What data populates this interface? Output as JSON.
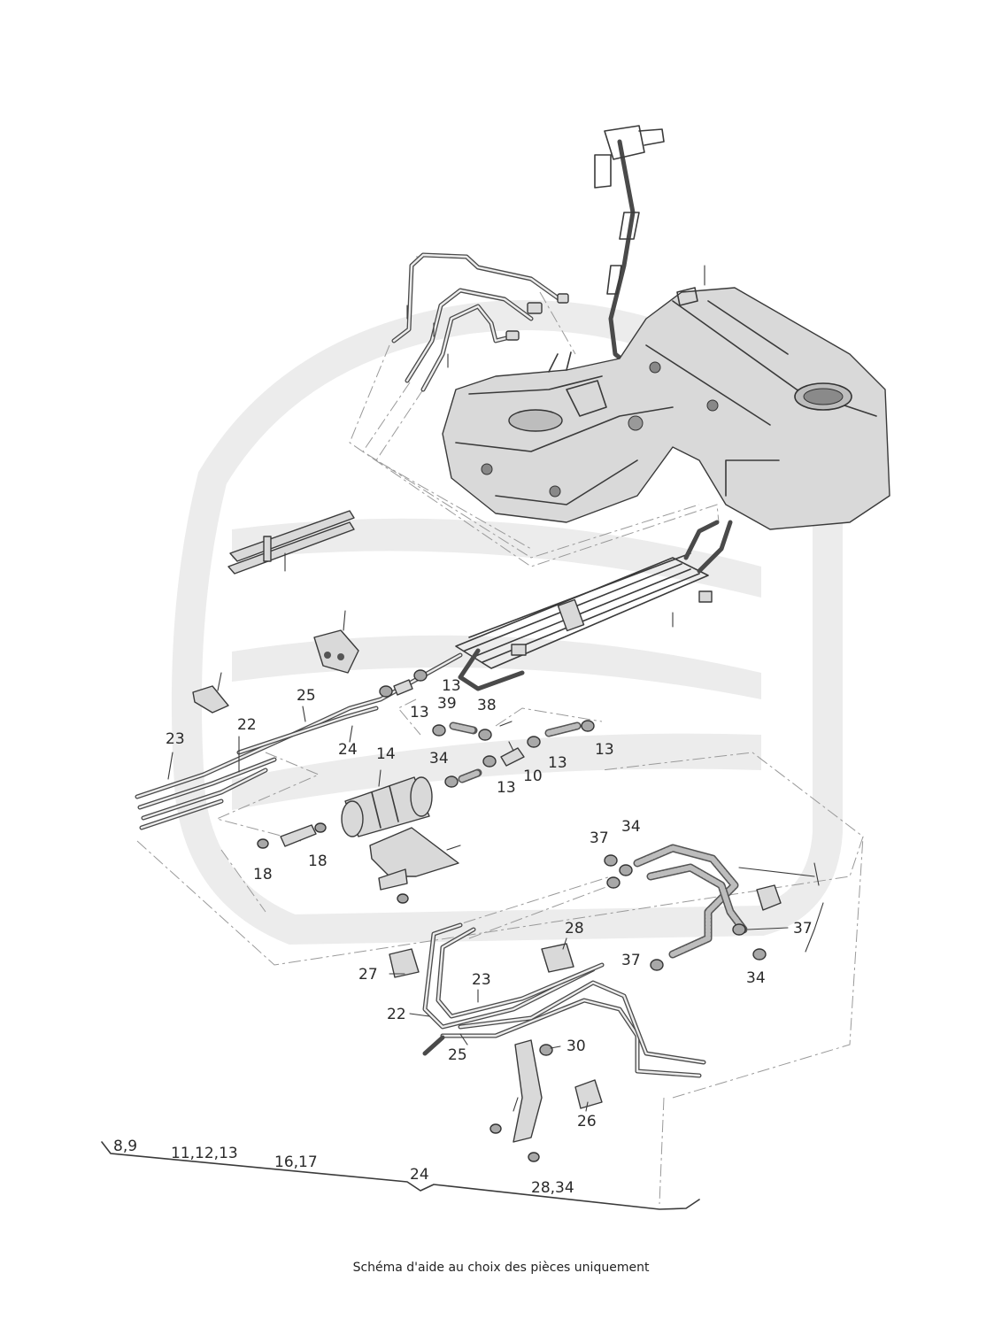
{
  "caption": "Schéma d'aide au choix des pièces uniquement",
  "colors": {
    "watermark": "#ececec",
    "line": "#3a3a3a",
    "part_fill": "#d9d9d9",
    "dashed_leader": "#9a9a9a"
  },
  "labels": {
    "l13a": "13",
    "l13b": "13",
    "l39": "39",
    "l38": "38",
    "l25a": "25",
    "l22a": "22",
    "l23a": "23",
    "l24a": "24",
    "l14": "14",
    "l34a": "34",
    "l13c": "13",
    "l13d": "13",
    "l10": "10",
    "l13e": "13",
    "l18a": "18",
    "l18b": "18",
    "l37a": "37",
    "l34b": "34",
    "l37b": "37",
    "l37c": "37",
    "l34c": "34",
    "l28a": "28",
    "l27": "27",
    "l23b": "23",
    "l22b": "22",
    "l25b": "25",
    "l30": "30",
    "l26": "26",
    "b89": "8,9",
    "b111213": "11,12,13",
    "b1617": "16,17",
    "b24": "24",
    "b2834": "28,34"
  }
}
